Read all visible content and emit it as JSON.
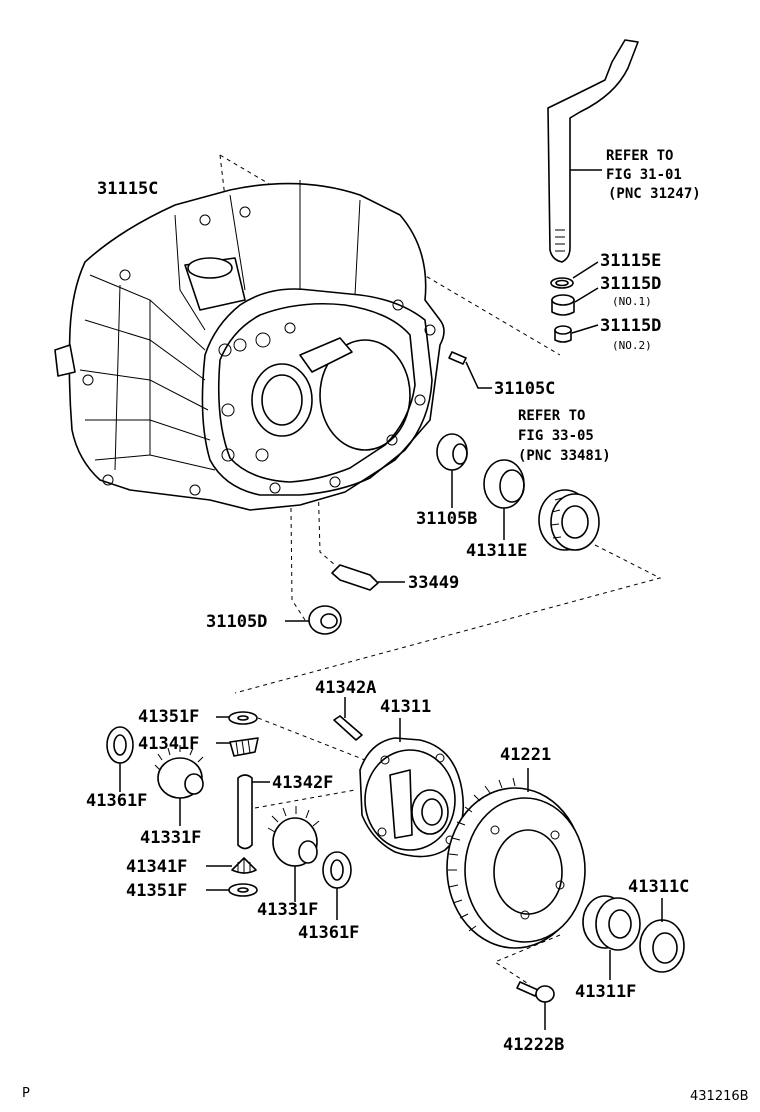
{
  "labels": {
    "p31115C": "31115C",
    "p31115E": "31115E",
    "p31115D_1": "31115D",
    "no1": "(NO.1)",
    "p31115D_2": "31115D",
    "no2": "(NO.2)",
    "p31105C": "31105C",
    "p31105B": "31105B",
    "p41311E": "41311E",
    "p33449": "33449",
    "p31105D": "31105D",
    "p41342A": "41342A",
    "p41311": "41311",
    "p41351F_1": "41351F",
    "p41341F_1": "41341F",
    "p41361F_1": "41361F",
    "p41342F": "41342F",
    "p41331F_1": "41331F",
    "p41341F_2": "41341F",
    "p41351F_2": "41351F",
    "p41331F_2": "41331F",
    "p41361F_2": "41361F",
    "p41221": "41221",
    "p41311C": "41311C",
    "p41311F": "41311F",
    "p41222B": "41222B"
  },
  "refs": {
    "ref1_line1": "REFER TO",
    "ref1_line2": "FIG 31-01",
    "ref1_line3": "(PNC 31247)",
    "ref2_line1": "REFER TO",
    "ref2_line2": "FIG 33-05",
    "ref2_line3": "(PNC 33481)"
  },
  "footer": {
    "left": "P",
    "right": "431216B"
  }
}
